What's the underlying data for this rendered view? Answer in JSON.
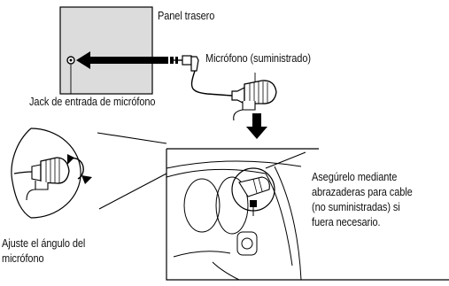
{
  "labels": {
    "rear_panel": "Panel trasero",
    "microphone_supplied": "Micrófono (suministrado)",
    "mic_input_jack": "Jack de entrada de micrófono",
    "secure_note": [
      "Asegúrelo mediante",
      "abrazaderas para cable",
      "(no suministradas) si",
      "fuera necesario."
    ],
    "adjust_angle": [
      "Ajuste el ángulo del",
      "micrófono"
    ]
  },
  "colors": {
    "panel_fill": "#dcdcdc",
    "line": "#000000",
    "background": "#ffffff"
  },
  "icons": [
    "arrow-left-icon",
    "arrow-down-icon",
    "rotate-arrow-icon",
    "microphone-icon",
    "plug-icon"
  ]
}
